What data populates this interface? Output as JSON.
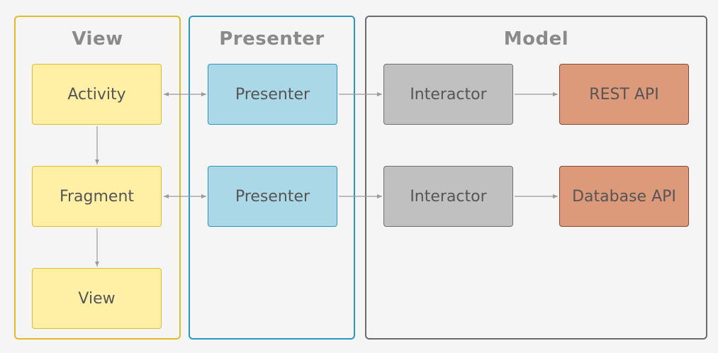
{
  "groups": {
    "view": {
      "title": "View"
    },
    "presenter": {
      "title": "Presenter"
    },
    "model": {
      "title": "Model"
    }
  },
  "nodes": {
    "activity": "Activity",
    "fragment": "Fragment",
    "view": "View",
    "presenter_1": "Presenter",
    "presenter_2": "Presenter",
    "interactor_1": "Interactor",
    "interactor_2": "Interactor",
    "rest_api": "REST API",
    "database_api": "Database API"
  },
  "colors": {
    "view_border": "#e2bb2d",
    "view_fill": "#fff0a6",
    "presenter_border": "#2a97c2",
    "presenter_fill": "#abd8e6",
    "model_border": "#6b6b6b",
    "interactor_fill": "#c0c0c0",
    "api_fill": "#dd9a7a",
    "arrow": "#9a9a9a"
  }
}
